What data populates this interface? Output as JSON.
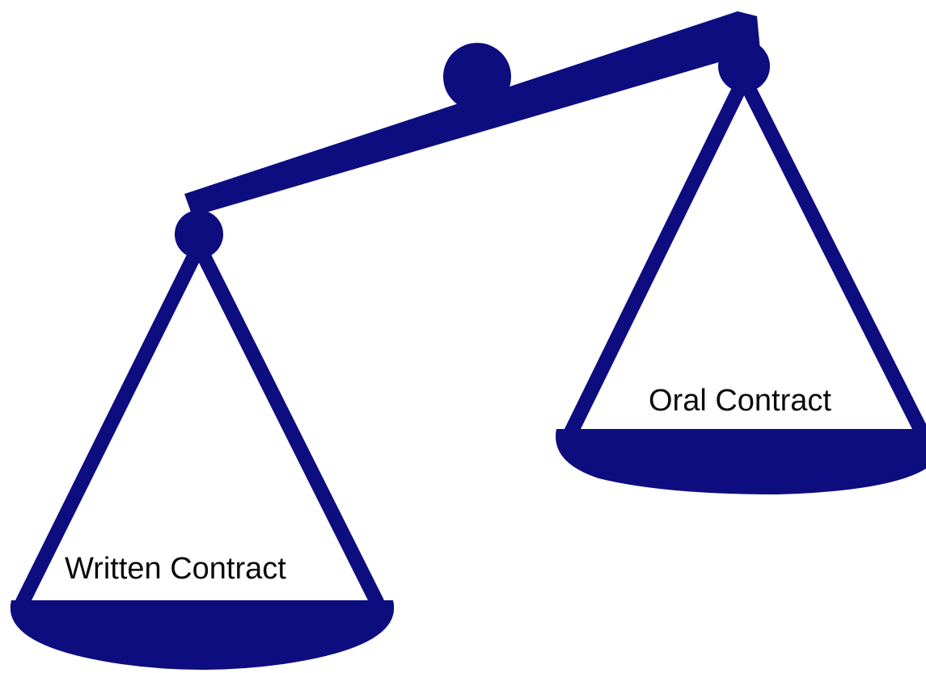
{
  "diagram": {
    "colors": {
      "scale": "#0d0d80",
      "background": "#ffffff",
      "text": "#0a0a0a"
    },
    "beam": {
      "tilt": "left side lower, right side higher"
    },
    "left_pan": {
      "label": "Written Contract"
    },
    "right_pan": {
      "label": "Oral Contract"
    }
  }
}
